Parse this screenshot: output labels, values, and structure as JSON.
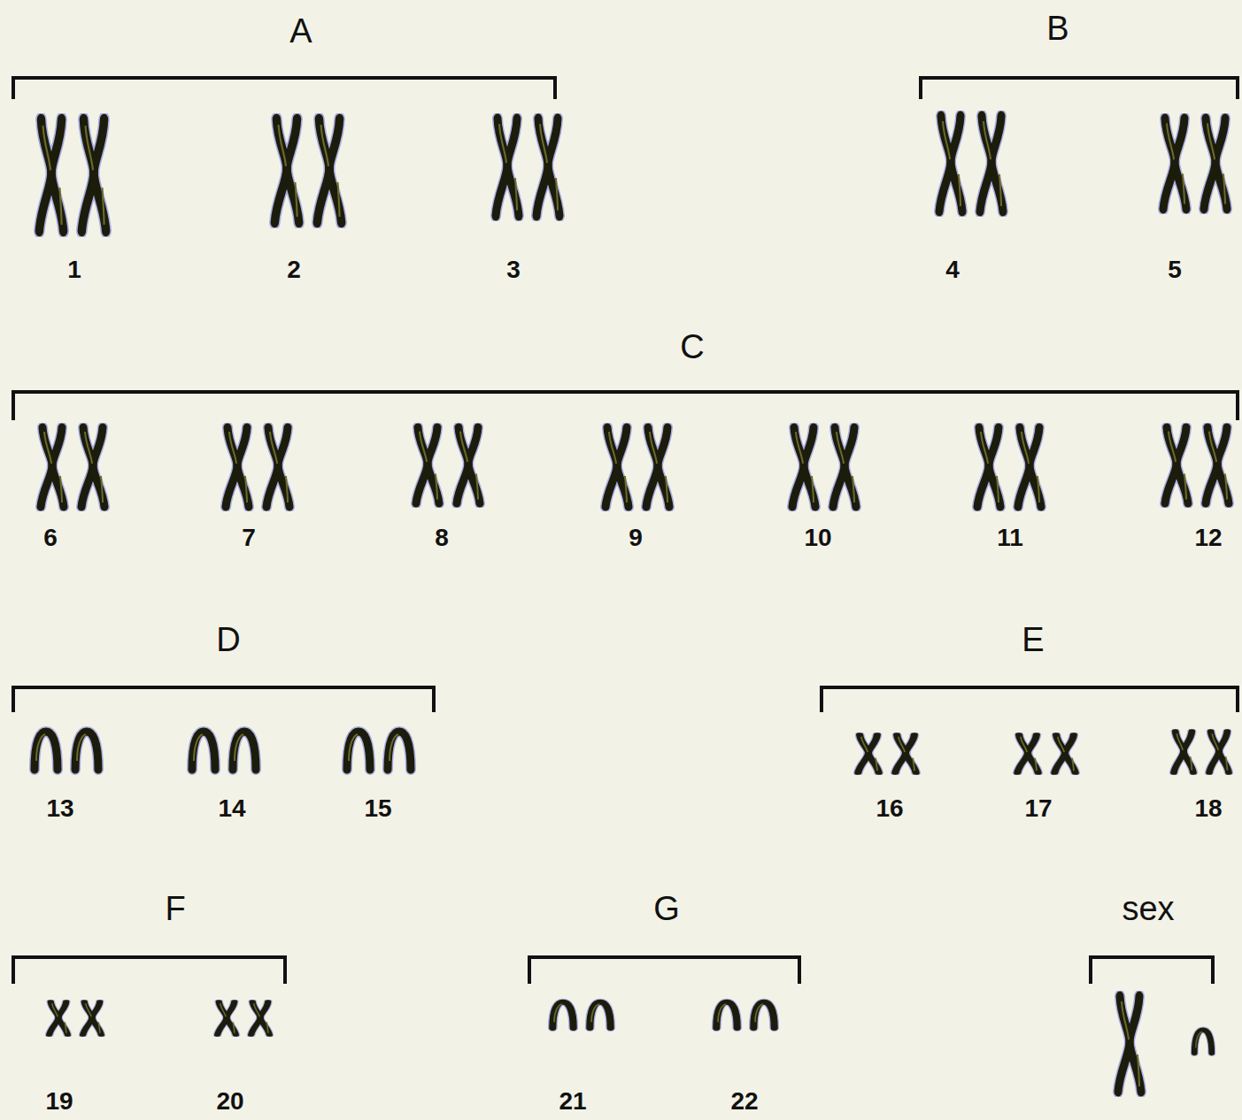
{
  "diagram": {
    "labels": [
      "A",
      "B",
      "1",
      "2",
      "3",
      "4",
      "5",
      "C",
      "6",
      "7",
      "8",
      "9",
      "10",
      "11",
      "12",
      "D",
      "E",
      "13",
      "14",
      "15",
      "16",
      "17",
      "18",
      "F",
      "G",
      "sex",
      "19",
      "20",
      "21",
      "22"
    ]
  }
}
